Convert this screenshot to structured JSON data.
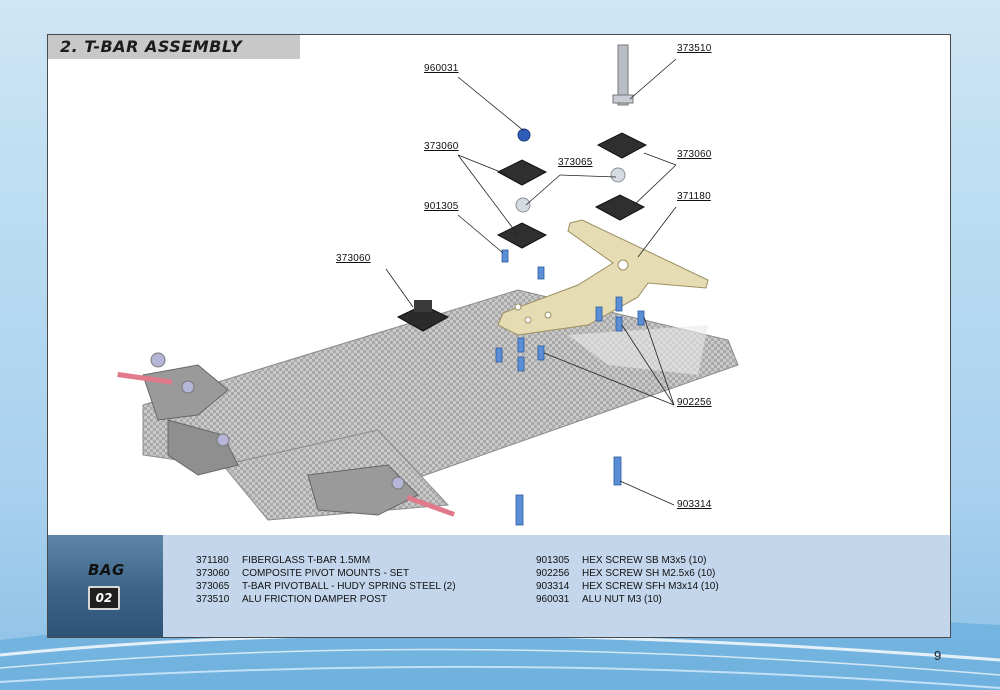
{
  "section_title": "2. T-BAR ASSEMBLY",
  "callouts": [
    {
      "id": "c373510",
      "text": "373510"
    },
    {
      "id": "c960031",
      "text": "960031"
    },
    {
      "id": "c373060a",
      "text": "373060"
    },
    {
      "id": "c373065",
      "text": "373065"
    },
    {
      "id": "c373060b",
      "text": "373060"
    },
    {
      "id": "c371180",
      "text": "371180"
    },
    {
      "id": "c901305",
      "text": "901305"
    },
    {
      "id": "c373060c",
      "text": "373060"
    },
    {
      "id": "c902256",
      "text": "902256"
    },
    {
      "id": "c903314",
      "text": "903314"
    }
  ],
  "bag": {
    "label": "BAG",
    "number": "02"
  },
  "parts_left": [
    {
      "code": "371180",
      "desc": "FIBERGLASS T-BAR 1.5MM"
    },
    {
      "code": "373060",
      "desc": "COMPOSITE PIVOT MOUNTS - SET"
    },
    {
      "code": "373065",
      "desc": "T-BAR PIVOTBALL - HUDY SPRING STEEL (2)"
    },
    {
      "code": "373510",
      "desc": "ALU FRICTION DAMPER POST"
    }
  ],
  "parts_right": [
    {
      "code": "901305",
      "desc": "HEX SCREW SB M3x5  (10)"
    },
    {
      "code": "902256",
      "desc": "HEX SCREW SH M2.5x6  (10)"
    },
    {
      "code": "903314",
      "desc": "HEX SCREW SFH M3x14  (10)"
    },
    {
      "code": "960031",
      "desc": "ALU NUT M3  (10)"
    }
  ],
  "page_number": "9",
  "colors": {
    "frame_border": "#4a4a4a",
    "title_band": "#c8c8c8",
    "parts_panel": "#c3d6ec",
    "bag_box": "#3c6488",
    "fiberglass": "#e6dcb4",
    "screw_blue": "#5a8fd6",
    "carbon_plate": "#b8b8b8"
  }
}
